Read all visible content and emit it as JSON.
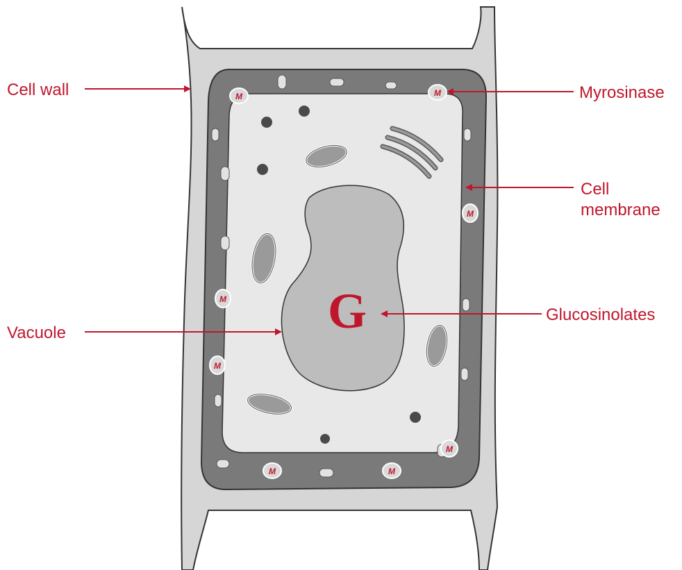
{
  "labels": {
    "cell_wall": "Cell wall",
    "myrosinase": "Myrosinase",
    "cell_membrane_line1": "Cell",
    "cell_membrane_line2": "membrane",
    "glucosinolates": "Glucosinolates",
    "vacuole": "Vacuole"
  },
  "vacuole_symbol": "G",
  "myrosinase_symbol": "M",
  "colors": {
    "accent_red": "#c0162c",
    "cell_wall_fill": "#d6d6d6",
    "membrane_band": "#7a7a7a",
    "cytoplasm": "#e8e8e8",
    "vacuole": "#bdbdbd",
    "organelle": "#9a9a9a",
    "dark_dot": "#4a4a4a",
    "outline": "#333333"
  }
}
